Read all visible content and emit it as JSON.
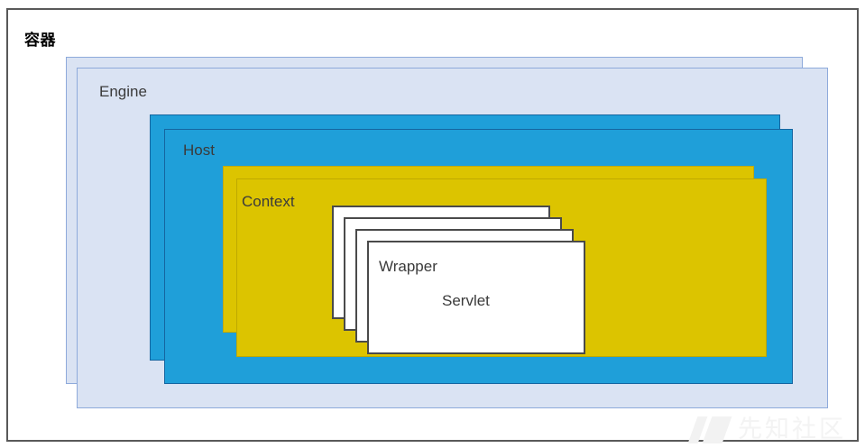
{
  "diagram": {
    "title": "容器",
    "type": "nested-layered-boxes",
    "description": "Tomcat container hierarchy: Engine > Host > Context > Wrapper > Servlet",
    "boxes": [
      {
        "id": "engine",
        "label": "Engine",
        "color": "#dae3f3",
        "border_color": "#8eaadb",
        "stack_count": 2
      },
      {
        "id": "host",
        "label": "Host",
        "color": "#1f9fd9",
        "border_color": "#1565a0",
        "stack_count": 2
      },
      {
        "id": "context",
        "label": "Context",
        "color": "#dcc400",
        "border_color": "#bfa900",
        "stack_count": 2
      },
      {
        "id": "wrapper",
        "label": "Wrapper",
        "color": "#ffffff",
        "border_color": "#4a4a4a",
        "stack_count": 4
      }
    ],
    "servlet_label": "Servlet",
    "frame_border_color": "#595959"
  },
  "watermark": {
    "text": "先知社区"
  }
}
